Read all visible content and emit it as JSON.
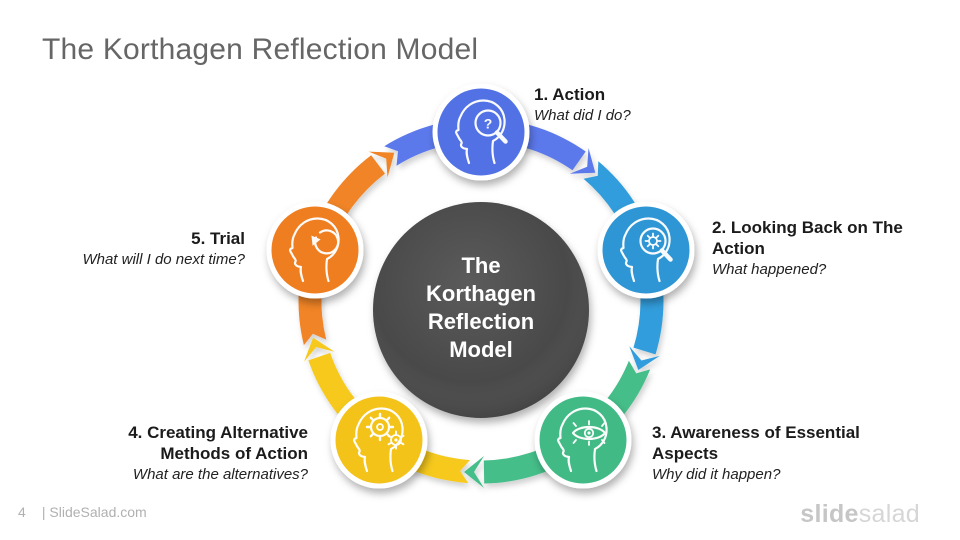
{
  "slide": {
    "title": "The Korthagen Reflection Model"
  },
  "center_circle": {
    "text": "The Korthagen Reflection Model",
    "color": "#4A4A4A"
  },
  "stages": [
    {
      "number": "1",
      "label": "1. Action",
      "question": "What did I do?",
      "color": "#5171E5",
      "arc_color": "#5B79EC",
      "icon": "head-with-magnifier-question-icon"
    },
    {
      "number": "2",
      "label": "2. Looking Back on The Action",
      "question": "What happened?",
      "color": "#2E96D5",
      "arc_color": "#319DDC",
      "icon": "head-with-magnifier-gear-icon"
    },
    {
      "number": "3",
      "label": "3. Awareness of Essential Aspects",
      "question": "Why did it happen?",
      "color": "#41BA86",
      "arc_color": "#45BE89",
      "icon": "head-with-eye-icon"
    },
    {
      "number": "4",
      "label": "4. Creating Alternative Methods of Action",
      "question": "What are the alternatives?",
      "color": "#F4C31A",
      "arc_color": "#F6C91E",
      "icon": "head-with-gears-icon"
    },
    {
      "number": "5",
      "label": "5. Trial",
      "question": "What will I do next time?",
      "color": "#EF7E20",
      "arc_color": "#F08426",
      "icon": "head-with-refresh-arrow-icon"
    }
  ],
  "footer": {
    "page_number": "4",
    "brand_text": "| SlideSalad.com"
  },
  "watermark": {
    "part_bold": "slide",
    "part_light": "salad"
  }
}
